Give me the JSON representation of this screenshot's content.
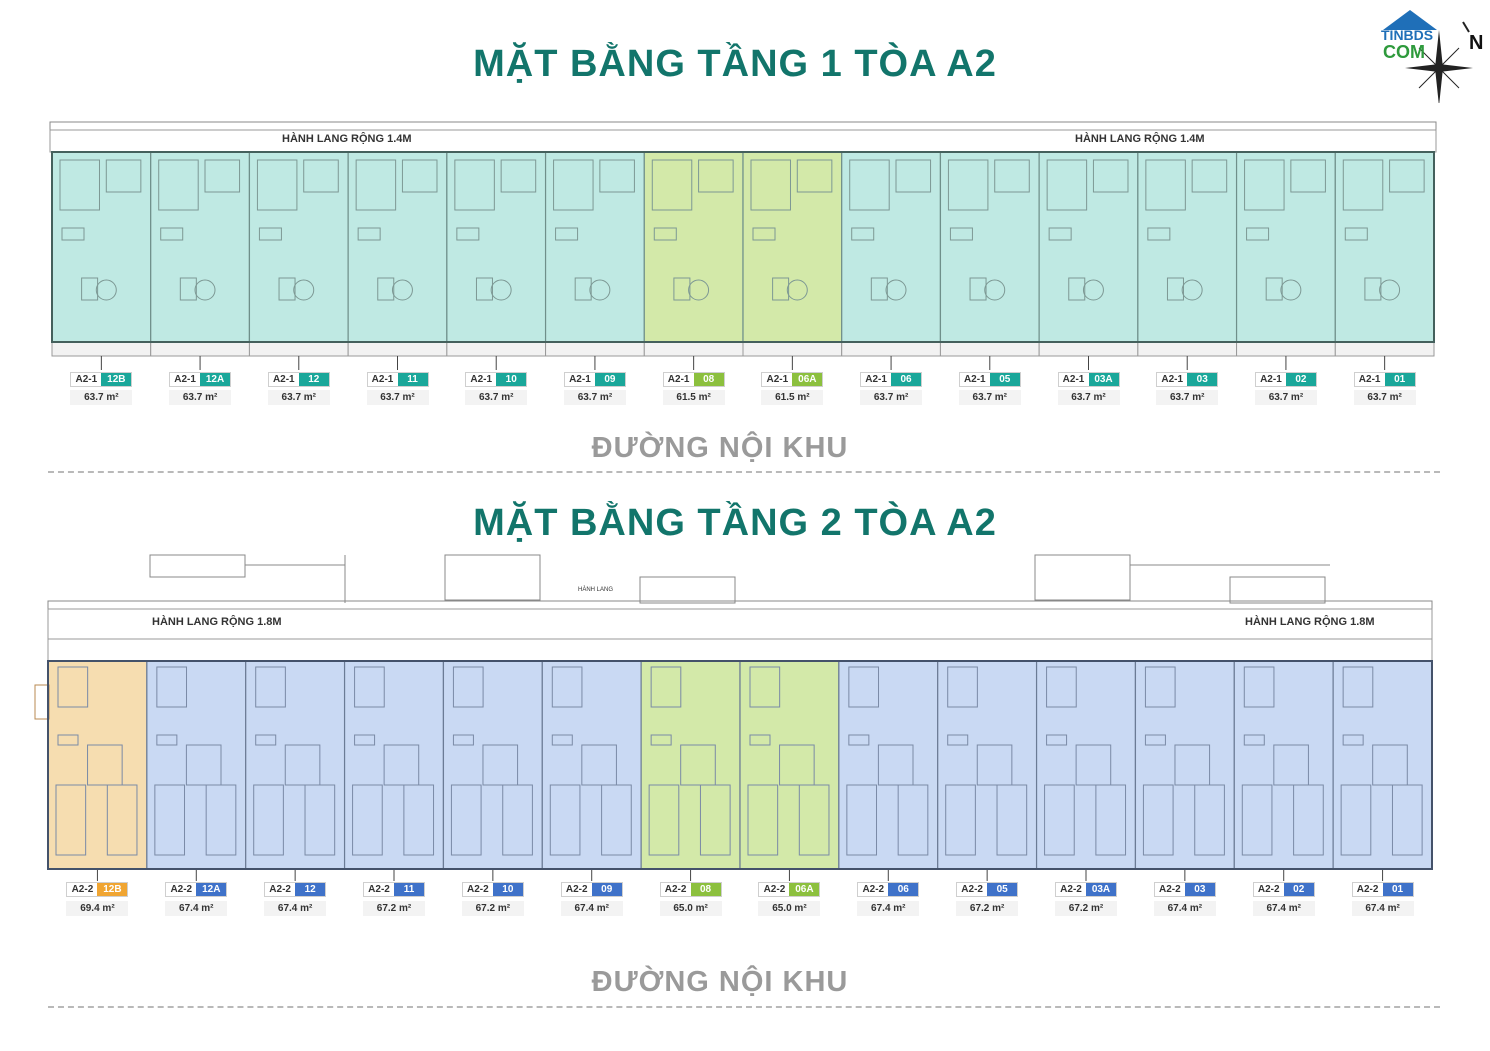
{
  "floor1": {
    "title": "MẶT BẰNG TẦNG 1 TÒA A2",
    "corridor_left": "HÀNH LANG RỘNG 1.4M",
    "corridor_right": "HÀNH LANG RỘNG 1.4M",
    "road": "ĐƯỜNG NỘI KHU",
    "units": [
      {
        "block": "A2-1",
        "unit": "12B",
        "area": "63.7 m²",
        "type": "teal"
      },
      {
        "block": "A2-1",
        "unit": "12A",
        "area": "63.7 m²",
        "type": "teal"
      },
      {
        "block": "A2-1",
        "unit": "12",
        "area": "63.7 m²",
        "type": "teal"
      },
      {
        "block": "A2-1",
        "unit": "11",
        "area": "63.7 m²",
        "type": "teal"
      },
      {
        "block": "A2-1",
        "unit": "10",
        "area": "63.7 m²",
        "type": "teal"
      },
      {
        "block": "A2-1",
        "unit": "09",
        "area": "63.7 m²",
        "type": "teal"
      },
      {
        "block": "A2-1",
        "unit": "08",
        "area": "61.5 m²",
        "type": "green"
      },
      {
        "block": "A2-1",
        "unit": "06A",
        "area": "61.5 m²",
        "type": "green"
      },
      {
        "block": "A2-1",
        "unit": "06",
        "area": "63.7 m²",
        "type": "teal"
      },
      {
        "block": "A2-1",
        "unit": "05",
        "area": "63.7 m²",
        "type": "teal"
      },
      {
        "block": "A2-1",
        "unit": "03A",
        "area": "63.7 m²",
        "type": "teal"
      },
      {
        "block": "A2-1",
        "unit": "03",
        "area": "63.7 m²",
        "type": "teal"
      },
      {
        "block": "A2-1",
        "unit": "02",
        "area": "63.7 m²",
        "type": "teal"
      },
      {
        "block": "A2-1",
        "unit": "01",
        "area": "63.7 m²",
        "type": "teal"
      }
    ]
  },
  "floor2": {
    "title": "MẶT BẰNG TẦNG 2 TÒA A2",
    "corridor_left": "HÀNH LANG RỘNG 1.8M",
    "corridor_right": "HÀNH LANG RỘNG 1.8M",
    "corridor_small": "HÀNH LANG",
    "road": "ĐƯỜNG NỘI KHU",
    "units": [
      {
        "block": "A2-2",
        "unit": "12B",
        "area": "69.4 m²",
        "type": "orange"
      },
      {
        "block": "A2-2",
        "unit": "12A",
        "area": "67.4 m²",
        "type": "blue"
      },
      {
        "block": "A2-2",
        "unit": "12",
        "area": "67.4 m²",
        "type": "blue"
      },
      {
        "block": "A2-2",
        "unit": "11",
        "area": "67.2 m²",
        "type": "blue"
      },
      {
        "block": "A2-2",
        "unit": "10",
        "area": "67.2 m²",
        "type": "blue"
      },
      {
        "block": "A2-2",
        "unit": "09",
        "area": "67.4 m²",
        "type": "blue"
      },
      {
        "block": "A2-2",
        "unit": "08",
        "area": "65.0 m²",
        "type": "green"
      },
      {
        "block": "A2-2",
        "unit": "06A",
        "area": "65.0 m²",
        "type": "green"
      },
      {
        "block": "A2-2",
        "unit": "06",
        "area": "67.4 m²",
        "type": "blue"
      },
      {
        "block": "A2-2",
        "unit": "05",
        "area": "67.2 m²",
        "type": "blue"
      },
      {
        "block": "A2-2",
        "unit": "03A",
        "area": "67.2 m²",
        "type": "blue"
      },
      {
        "block": "A2-2",
        "unit": "03",
        "area": "67.4 m²",
        "type": "blue"
      },
      {
        "block": "A2-2",
        "unit": "02",
        "area": "67.4 m²",
        "type": "blue"
      },
      {
        "block": "A2-2",
        "unit": "01",
        "area": "67.4 m²",
        "type": "blue"
      }
    ]
  },
  "logo": {
    "line1": "TINBDS",
    "line2": "COM",
    "north": "N"
  },
  "colors": {
    "title": "#12756b",
    "teal_fill": "#bfe9e3",
    "teal_tag": "#1aa79a",
    "green_fill": "#d3e9a9",
    "green_tag": "#8cc03e",
    "blue_fill": "#c9d9f3",
    "blue_tag": "#3f72c9",
    "orange_fill": "#f6ddb0",
    "orange_tag": "#f0a532",
    "road": "#9a9a9a"
  }
}
